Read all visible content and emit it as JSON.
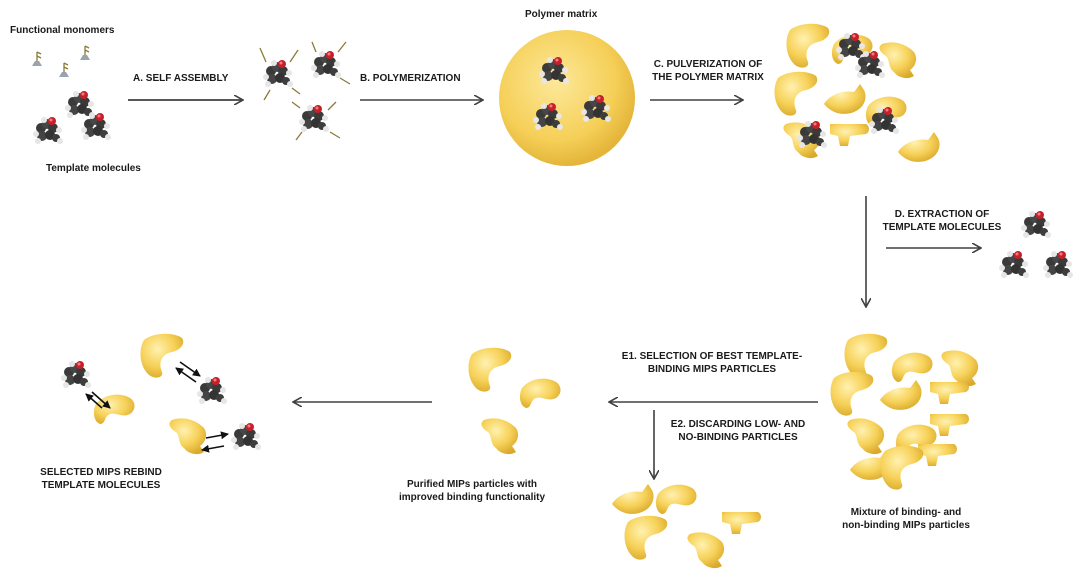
{
  "labels": {
    "functional_monomers": "Functional monomers",
    "template_molecules": "Template molecules",
    "polymer_matrix": "Polymer matrix",
    "step_a": "A. SELF ASSEMBLY",
    "step_b": "B. POLYMERIZATION",
    "step_c_line1": "C. PULVERIZATION OF",
    "step_c_line2": "THE POLYMER MATRIX",
    "step_d_line1": "D. EXTRACTION OF",
    "step_d_line2": "TEMPLATE MOLECULES",
    "step_e1_line1": "E1. SELECTION OF BEST TEMPLATE-",
    "step_e1_line2": "BINDING MIPS PARTICLES",
    "step_e2_line1": "E2. DISCARDING LOW- AND",
    "step_e2_line2": "NO-BINDING PARTICLES",
    "mixture_line1": "Mixture of binding- and",
    "mixture_line2": "non-binding  MIPs particles",
    "purified_line1": "Purified MIPs particles with",
    "purified_line2": "improved binding functionality",
    "selected_line1": "SELECTED MIPS REBIND",
    "selected_line2": "TEMPLATE MOLECULES"
  },
  "colors": {
    "polymer": "#f7d25a",
    "polymer_shadow": "#d9a92b",
    "arrow": "#404040",
    "atom_carbon": "#3a3a3a",
    "atom_hydrogen": "#e6e6e6",
    "atom_oxygen": "#c8202a",
    "monomer": "#9aa4ae"
  }
}
